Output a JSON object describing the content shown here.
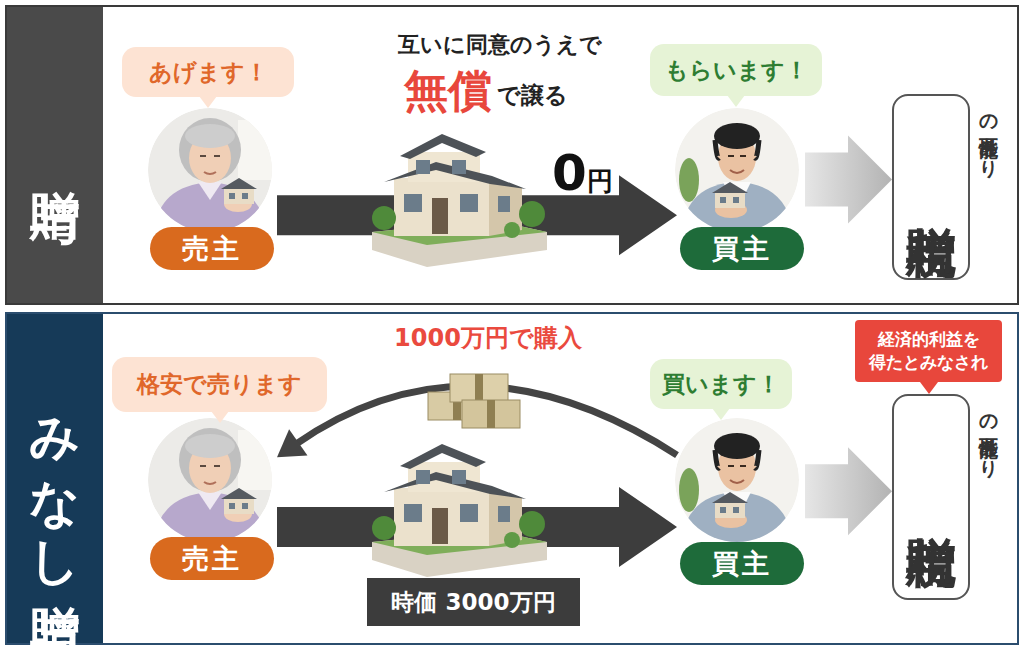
{
  "diagram": {
    "nodes": [
      {
        "text": [
          "贈与"
        ]
      },
      {
        "text": [
          "あげます！"
        ],
        "in": 0
      },
      {
        "text": [
          "売主"
        ],
        "in": 0
      },
      {
        "text": [
          "もらいます！"
        ],
        "in": 0
      },
      {
        "text": [
          "買主"
        ],
        "in": 0
      },
      {
        "text": [
          "贈与税",
          "の可能性あり"
        ],
        "in": 0
      },
      {
        "text": [
          "みなし贈与"
        ]
      },
      {
        "text": [
          "格安で売ります"
        ],
        "in": 6
      },
      {
        "text": [
          "売主"
        ],
        "in": 6
      },
      {
        "text": [
          "買います！"
        ],
        "in": 6
      },
      {
        "text": [
          "買主"
        ],
        "in": 6
      },
      {
        "text": [
          "経済的利益を 得たとみなされ"
        ],
        "in": 6
      },
      {
        "text": [
          "贈与税",
          "の可能性あり"
        ],
        "in": 6
      }
    ],
    "edges": [
      {
        "from": 2,
        "to": 4,
        "label": "0円",
        "arrow": "to"
      },
      {
        "from": 4,
        "to": 5,
        "arrow": "to"
      },
      {
        "from": 10,
        "to": 8,
        "label": "1000万円で購入",
        "arrow": "to"
      },
      {
        "from": 8,
        "to": 10,
        "label": "時価 3000万円",
        "arrow": "to"
      },
      {
        "from": 10,
        "to": 12,
        "arrow": "to"
      }
    ],
    "labels": [
      "互いに同意のうえで",
      "無償",
      "で譲る"
    ]
  }
}
